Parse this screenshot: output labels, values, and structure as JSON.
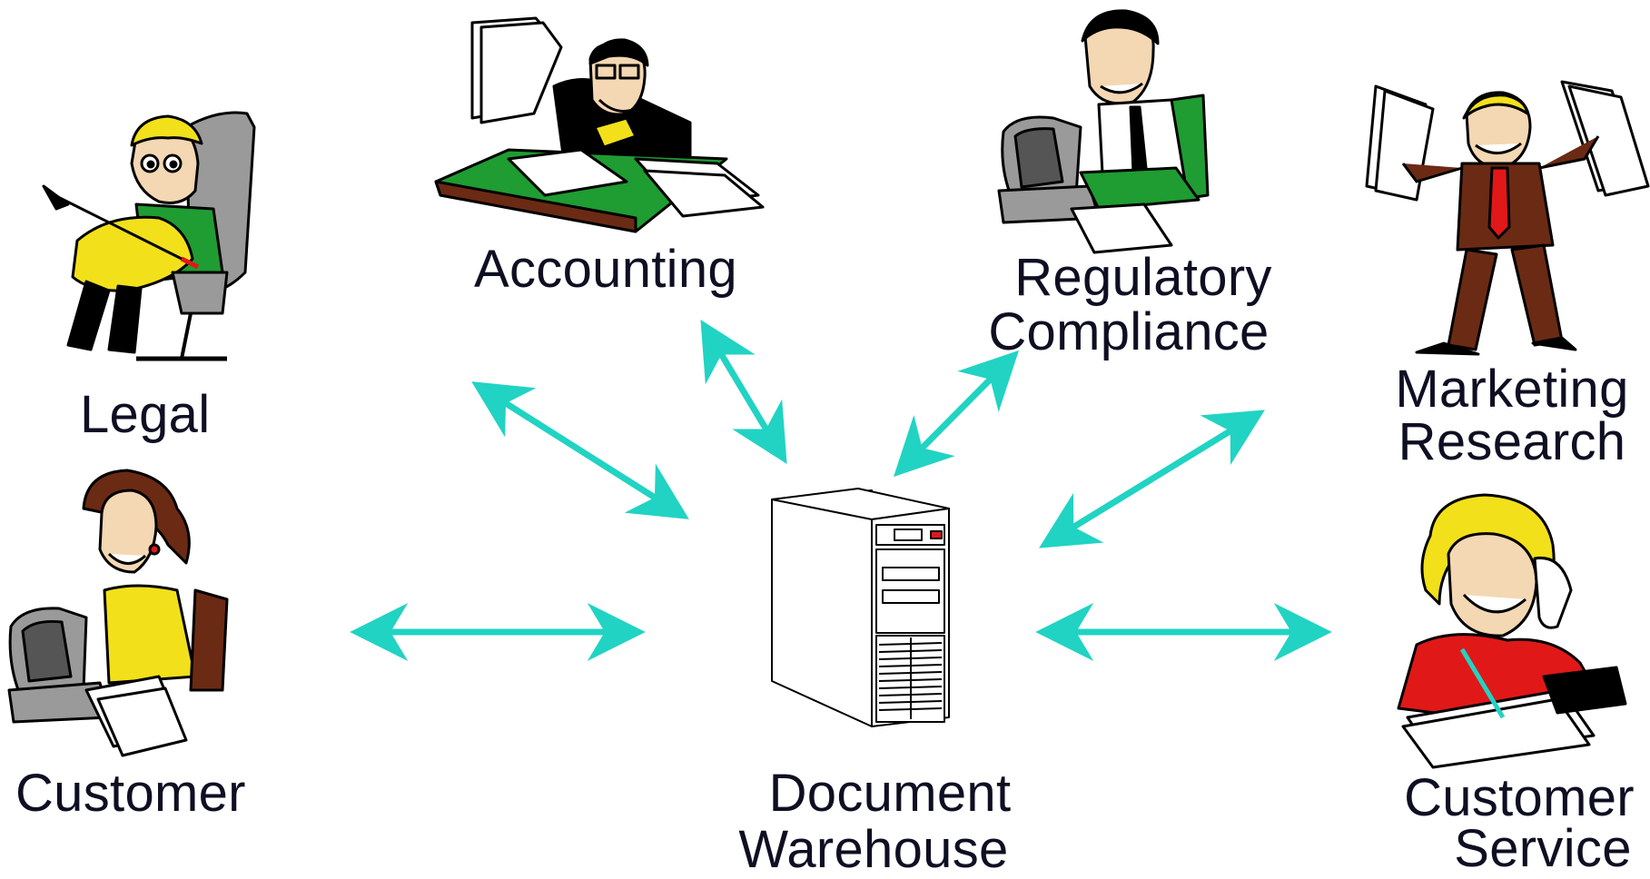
{
  "colors": {
    "arrow": "#21d3c3",
    "label": "#0f0f23",
    "outline": "#000000",
    "desk_green": "#1f9c32",
    "yellow": "#f2e01a",
    "red": "#e01818",
    "brown": "#6b2a14",
    "gray": "#8c8c8c"
  },
  "nodes": {
    "legal": {
      "label": "Legal",
      "icon": "lawyer-icon"
    },
    "accounting": {
      "label": "Accounting",
      "icon": "accountant-icon"
    },
    "regulatory": {
      "label_line1": "Regulatory",
      "label_line2": "Compliance",
      "icon": "compliance-officer-icon"
    },
    "marketing": {
      "label_line1": "Marketing",
      "label_line2": "Research",
      "icon": "marketing-researcher-icon"
    },
    "customer": {
      "label": "Customer",
      "icon": "customer-icon"
    },
    "customer_service": {
      "label_line1": "Customer",
      "label_line2": "Service",
      "icon": "customer-service-agent-icon"
    },
    "warehouse": {
      "label_line1": "Document",
      "label_line2": "Warehouse",
      "icon": "server-tower-icon"
    }
  }
}
